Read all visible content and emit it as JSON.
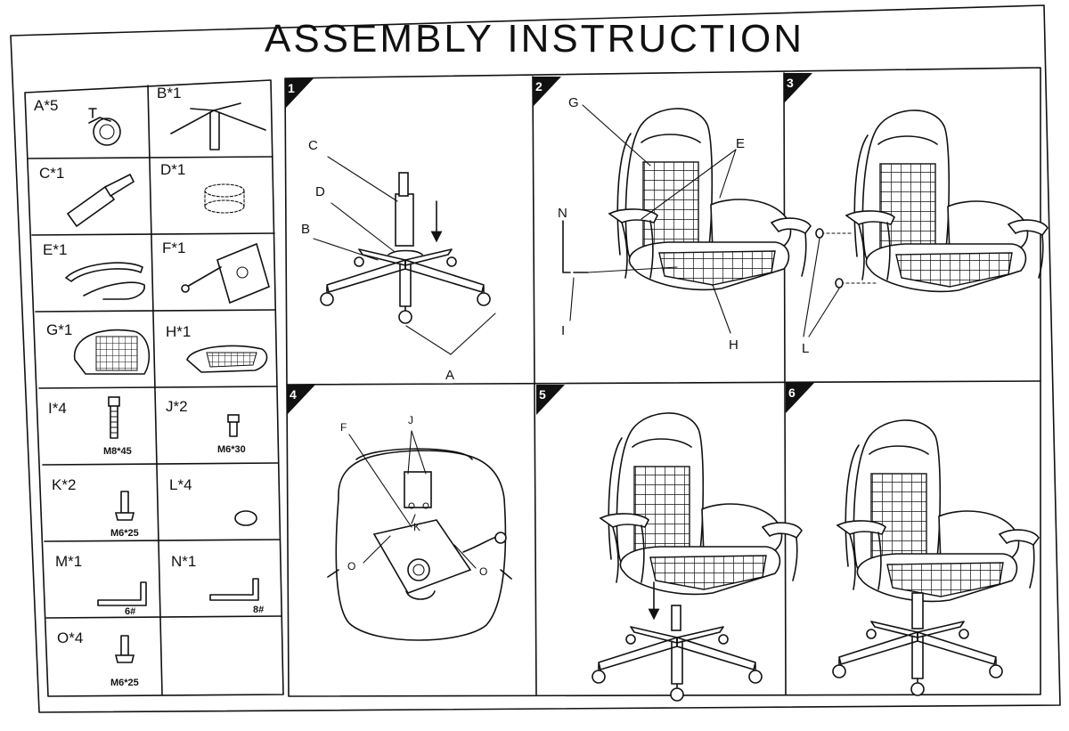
{
  "title": "ASSEMBLY INSTRUCTION",
  "parts": [
    {
      "code": "A*5",
      "size": ""
    },
    {
      "code": "B*1",
      "size": ""
    },
    {
      "code": "C*1",
      "size": ""
    },
    {
      "code": "D*1",
      "size": ""
    },
    {
      "code": "E*1",
      "size": ""
    },
    {
      "code": "F*1",
      "size": ""
    },
    {
      "code": "G*1",
      "size": ""
    },
    {
      "code": "H*1",
      "size": ""
    },
    {
      "code": "I*4",
      "size": "M8*45"
    },
    {
      "code": "J*2",
      "size": "M6*30"
    },
    {
      "code": "K*2",
      "size": "M6*25"
    },
    {
      "code": "L*4",
      "size": ""
    },
    {
      "code": "M*1",
      "size": "6#"
    },
    {
      "code": "N*1",
      "size": "8#"
    },
    {
      "code": "O*4",
      "size": "M6*25"
    }
  ],
  "steps": [
    {
      "number": "1",
      "labels": [
        "C",
        "D",
        "B",
        "A"
      ]
    },
    {
      "number": "2",
      "labels": [
        "G",
        "E",
        "N",
        "I",
        "H"
      ]
    },
    {
      "number": "3",
      "labels": [
        "L"
      ]
    },
    {
      "number": "4",
      "labels": [
        "F",
        "J",
        "K",
        "O",
        "O"
      ]
    },
    {
      "number": "5",
      "labels": []
    },
    {
      "number": "6",
      "labels": []
    }
  ]
}
